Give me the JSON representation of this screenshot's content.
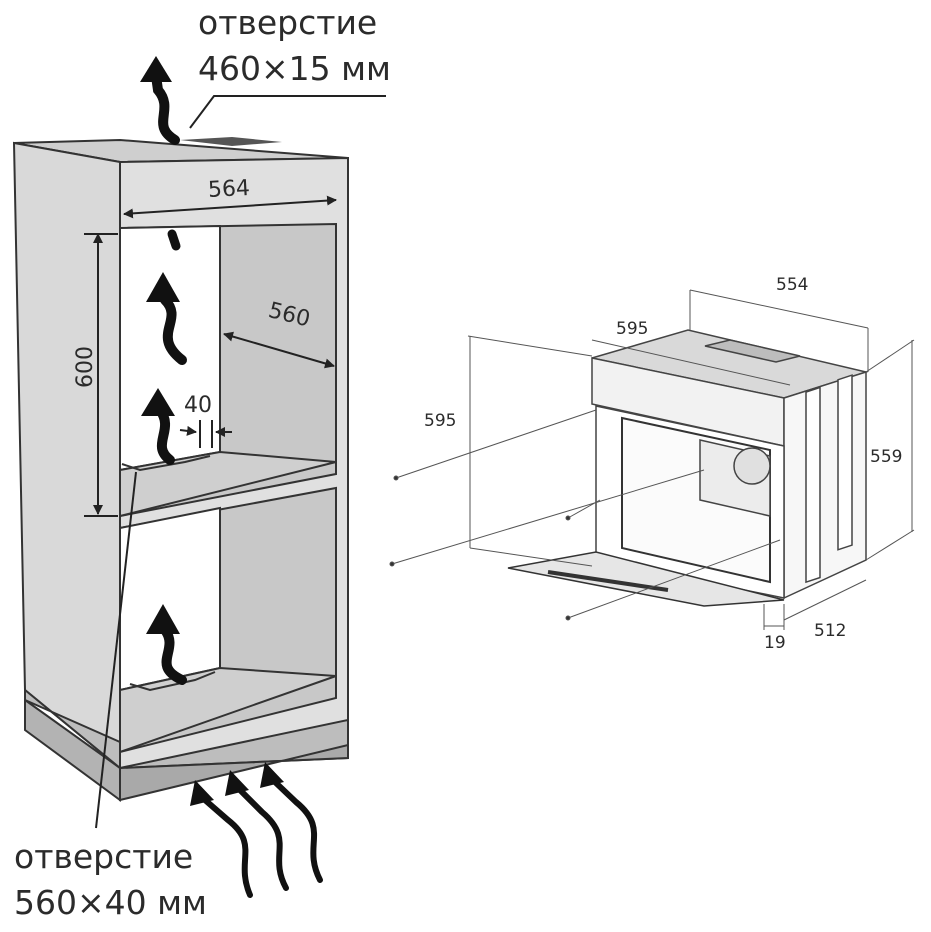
{
  "top_opening": {
    "line1": "отверстие",
    "line2": "460×15 мм"
  },
  "bottom_opening": {
    "line1": "отверстие",
    "line2": "560×40 мм"
  },
  "niche_dims": {
    "width": "564",
    "depth": "560",
    "height": "600",
    "gap": "40"
  },
  "oven_dims": {
    "top_depth": "554",
    "width": "595",
    "height_left": "595",
    "height_right": "559",
    "base_depth": "512",
    "door_offset": "19"
  },
  "colors": {
    "cabinet": "#d8d8d8",
    "cabinet_dark": "#c9c9c9",
    "plinth": "#b9b9b9",
    "outline": "#333333",
    "niche_back": "#ffffff"
  }
}
